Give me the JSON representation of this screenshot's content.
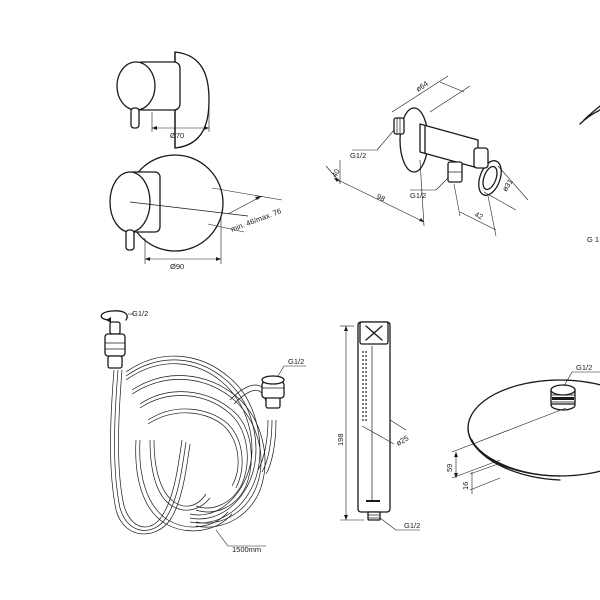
{
  "mixer_small": {
    "diameter": "Ø70"
  },
  "mixer_large": {
    "diameter": "Ø90",
    "depth": "min. 46/max. 76"
  },
  "wall_outlet": {
    "diameter": "ø64",
    "thread_top": "G1/2",
    "height": "40",
    "length": "98",
    "thread_bottom": "G1/2",
    "holder_diameter": "ø31",
    "offset": "42"
  },
  "side_fragment": {
    "label": "G 1"
  },
  "hose": {
    "thread_top": "G1/2",
    "thread_right": "G1/2",
    "length": "1500mm"
  },
  "hand_shower": {
    "length": "198",
    "diameter": "ø25",
    "thread": "G1/2"
  },
  "head_shower": {
    "thread": "G1/2",
    "height": "59",
    "thickness": "16"
  }
}
